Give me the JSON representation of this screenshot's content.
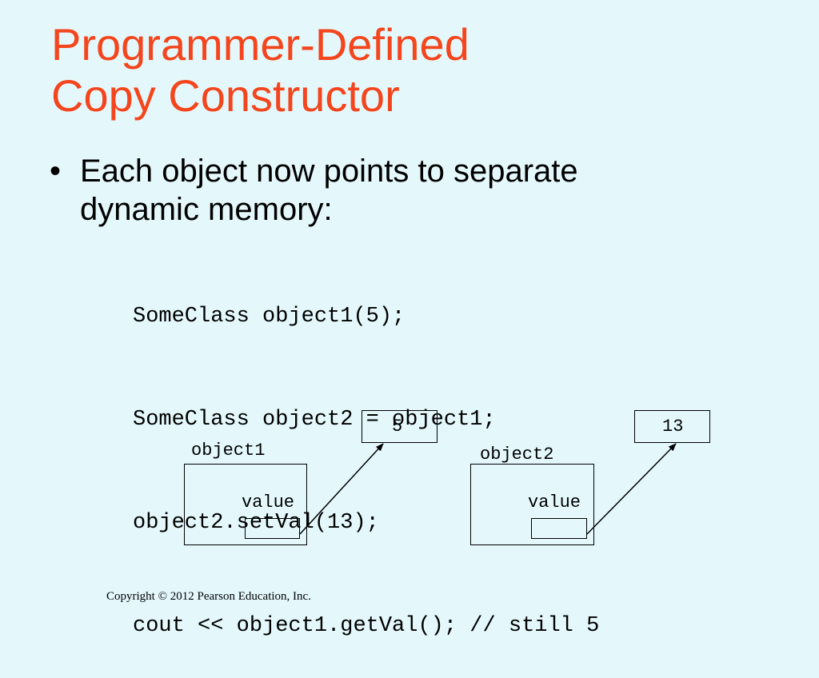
{
  "slide": {
    "title_lines": [
      "Programmer-Defined",
      "Copy Constructor"
    ],
    "bullet_marker": "•",
    "bullet_lines": [
      "Each object now points to separate",
      "dynamic memory:"
    ],
    "code_lines": [
      "SomeClass object1(5);",
      "SomeClass object2 = object1;",
      "object2.setVal(13);",
      "cout << object1.getVal(); // still 5"
    ],
    "diagram": {
      "object1": {
        "name": "object1",
        "member": "value",
        "pointee_value": "5"
      },
      "object2": {
        "name": "object2",
        "member": "value",
        "pointee_value": "13"
      }
    },
    "copyright": "Copyright © 2012 Pearson Education, Inc."
  },
  "colors": {
    "background": "#e4f8fc",
    "title": "#f4451c",
    "text": "#000000"
  }
}
